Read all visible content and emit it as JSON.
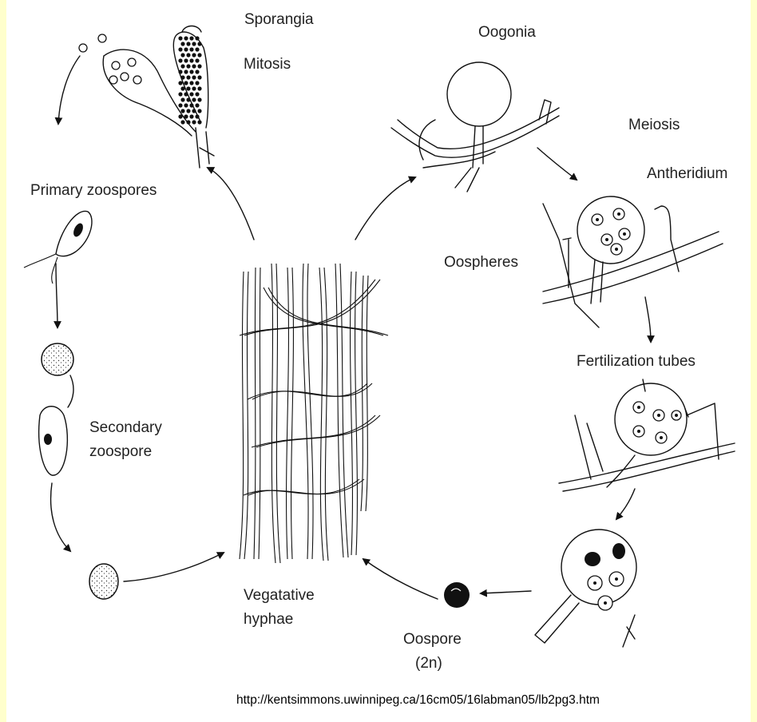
{
  "labels": {
    "sporangia": "Sporangia",
    "mitosis": "Mitosis",
    "oogonia": "Oogonia",
    "meiosis": "Meiosis",
    "antheridium": "Antheridium",
    "oospheres": "Oospheres",
    "primary_zoospores": "Primary zoospores",
    "fertilization_tubes": "Fertilization tubes",
    "secondary_zoospore_line1": "Secondary",
    "secondary_zoospore_line2": "zoospore",
    "vegetative_line1": "Vegatative",
    "vegetative_line2": "hyphae",
    "oospore_line1": "Oospore",
    "oospore_line2": "(2n)"
  },
  "source_url": "http://kentsimmons.uwinnipeg.ca/16cm05/16labman05/lb2pg3.htm",
  "colors": {
    "page_border": "#ffffcc",
    "background": "#ffffff",
    "ink": "#111111"
  }
}
